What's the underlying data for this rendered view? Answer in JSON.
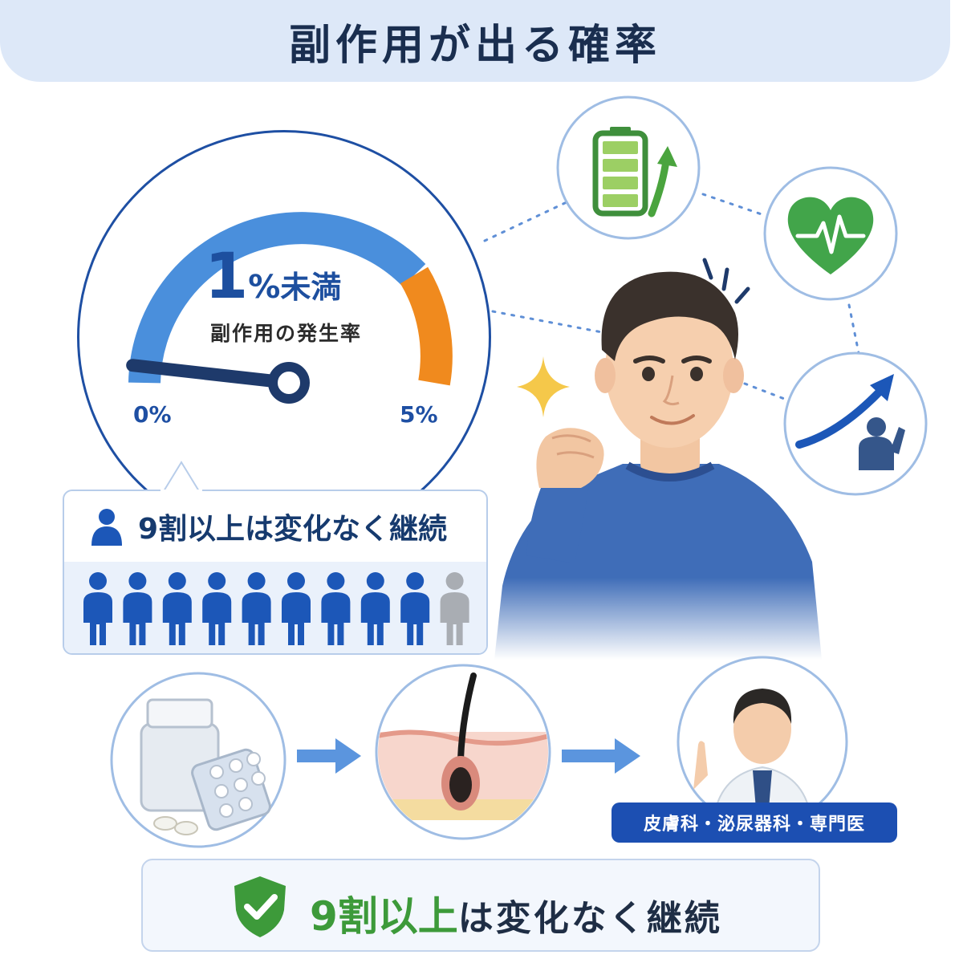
{
  "header": {
    "title": "副作用が出る確率"
  },
  "gauge": {
    "rate_number": "1",
    "rate_percent": "%",
    "rate_suffix": "未満",
    "rate_label": "副作用の発生率",
    "min_label": "0%",
    "max_label": "5%",
    "needle_value_percent": 1,
    "scale_max_percent": 5,
    "colors": {
      "arc": "#4a8fdc",
      "warning_segment": "#f08a1e",
      "needle": "#1e3a6b"
    }
  },
  "people_card": {
    "headline": "9割以上は変化なく継続",
    "total_people": 10,
    "highlighted_people": 9,
    "colors": {
      "highlighted": "#1c57b8",
      "other": "#a9adb3"
    }
  },
  "icons": {
    "top_right": [
      "battery-icon",
      "heart-pulse-icon",
      "growth-arrow-icon"
    ],
    "process": [
      "medicine-bottle-icon",
      "hair-follicle-icon",
      "doctor-icon"
    ]
  },
  "doctor_badge": {
    "label": "皮膚科・泌尿器科・専門医"
  },
  "bottom_banner": {
    "highlight": "9割以上",
    "rest": "は変化なく継続",
    "colors": {
      "shield": "#3d9a3a",
      "highlight": "#3d9a3a"
    }
  }
}
